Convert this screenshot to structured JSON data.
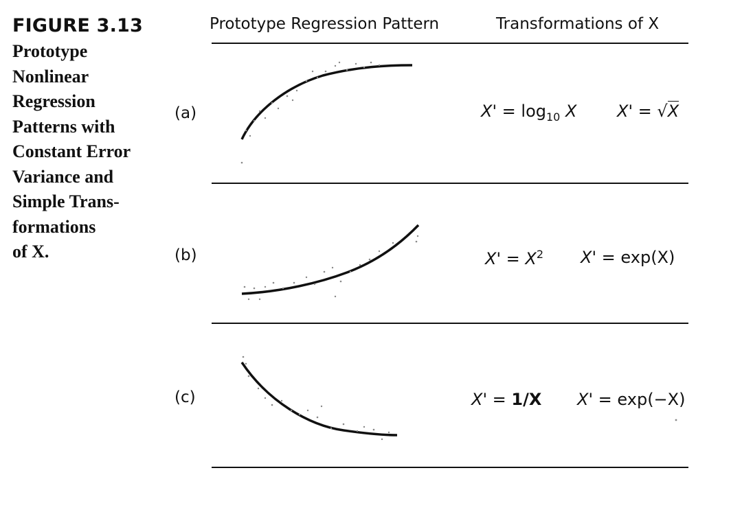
{
  "caption": {
    "figure_label": "FIGURE 3.13",
    "lines": [
      "Prototype",
      "Nonlinear",
      "Regression",
      "Patterns with",
      "Constant Error",
      "Variance and",
      "Simple Trans-",
      "formations",
      "of X."
    ]
  },
  "headers": {
    "pattern": "Prototype Regression Pattern",
    "transformations": "Transformations of X"
  },
  "rows": [
    {
      "label": "(a)",
      "formula1": {
        "lhs": "X' = ",
        "fn": "log",
        "sub": "10",
        "arg": " X"
      },
      "formula2": {
        "lhs": "X' = ",
        "rad": "√",
        "arg": "X"
      }
    },
    {
      "label": "(b)",
      "formula1": {
        "lhs": "X' = ",
        "base": "X",
        "sup": "2"
      },
      "formula2": {
        "lhs": "X' = ",
        "text": "exp(X)"
      }
    },
    {
      "label": "(c)",
      "formula1": {
        "lhs": "X' = ",
        "text": "1/X"
      },
      "formula2": {
        "lhs": "X' = ",
        "text": "exp(−X)"
      }
    }
  ]
}
